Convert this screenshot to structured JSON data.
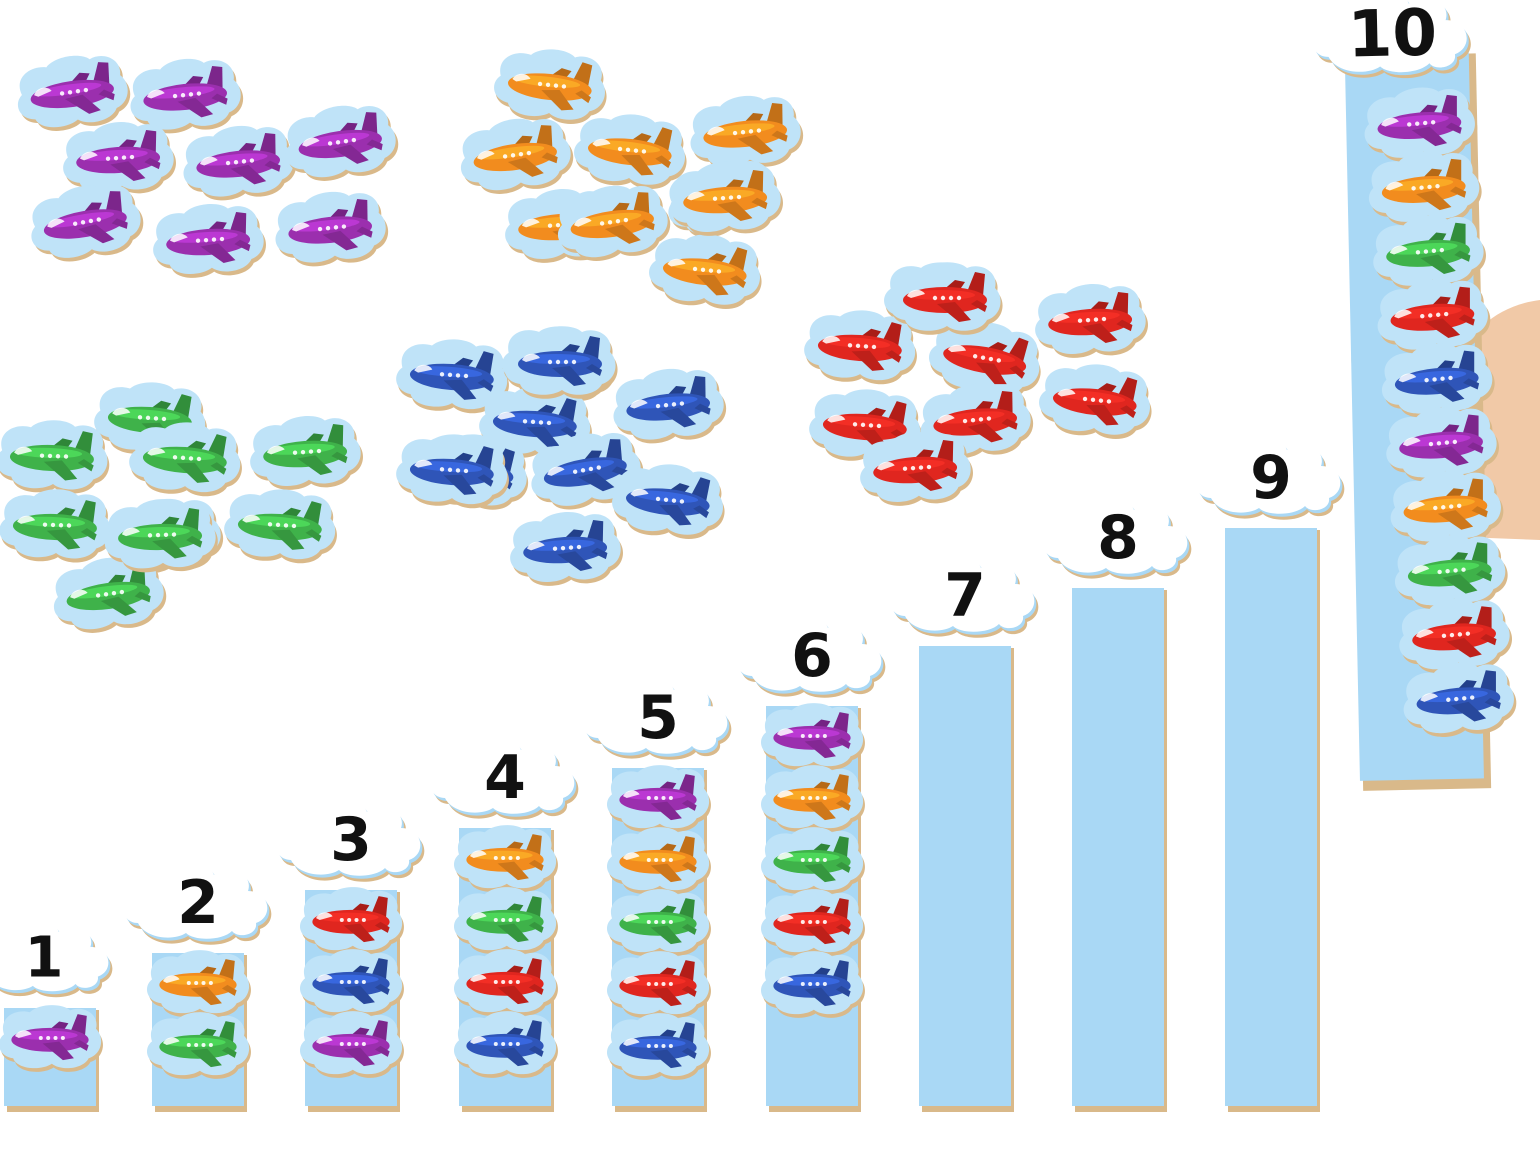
{
  "colors": {
    "purple": "#9b2fae",
    "orange": "#f28c1e",
    "green": "#3fb24a",
    "blue": "#2f55b8",
    "red": "#e0261f",
    "stick_blue": "#a9d8f5",
    "tile_blue": "#bfe3f8",
    "wood_edge": "#d9b98a",
    "cloud": "#ffffff",
    "cloud_edge": "#a9d8f5",
    "skin": "#f1c9a7"
  },
  "scene": {
    "description_icon": "airplane-icon",
    "piles": [
      {
        "color": "purple",
        "count": 8
      },
      {
        "color": "orange",
        "count": 9
      },
      {
        "color": "green",
        "count": 9
      },
      {
        "color": "blue",
        "count": 10
      },
      {
        "color": "red",
        "count": 9
      }
    ],
    "sticks": [
      {
        "label": "1",
        "planes": [
          "purple"
        ]
      },
      {
        "label": "2",
        "planes": [
          "orange",
          "green"
        ]
      },
      {
        "label": "3",
        "planes": [
          "red",
          "blue",
          "purple"
        ]
      },
      {
        "label": "4",
        "planes": [
          "orange",
          "green",
          "red",
          "blue"
        ]
      },
      {
        "label": "5",
        "planes": [
          "purple",
          "orange",
          "green",
          "red",
          "blue"
        ]
      },
      {
        "label": "6",
        "planes": [
          "purple",
          "orange",
          "green",
          "red",
          "blue"
        ]
      },
      {
        "label": "7",
        "planes": []
      },
      {
        "label": "8",
        "planes": []
      },
      {
        "label": "9",
        "planes": []
      },
      {
        "label": "10",
        "planes": [
          "purple",
          "orange",
          "green",
          "red",
          "blue",
          "purple",
          "orange",
          "green",
          "red",
          "blue"
        ]
      }
    ]
  }
}
